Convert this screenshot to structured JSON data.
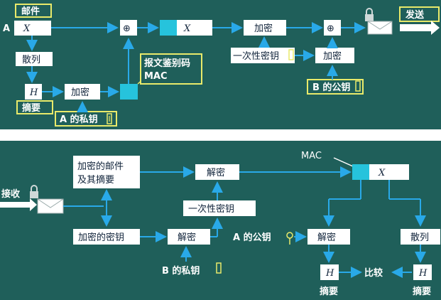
{
  "colors": {
    "panel_bg": "#1f5f5a",
    "arrow": "#29a9e8",
    "box_fill": "#ffffff",
    "highlight_border": "#e9ea6a",
    "mac_block": "#26c3dc",
    "send_arrow": "#ffffff"
  },
  "top": {
    "a_label": "A",
    "mail_label": "邮件",
    "x_box": "X",
    "hash_label": "散列",
    "h_box": "H",
    "digest_label": "摘要",
    "encrypt_1": "加密",
    "a_private_key": "A 的私钥",
    "xor_1": "⊕",
    "mac_caption_line1": "报文鉴别码",
    "mac_caption_line2": "MAC",
    "x_box_2": "X",
    "encrypt_2": "加密",
    "one_time_key": "一次性密钥",
    "xor_2": "⊕",
    "encrypt_3": "加密",
    "b_public_key": "B 的公钥",
    "send_label": "发送",
    "icons": [
      "lock-icon",
      "envelope-icon",
      "key-icon"
    ]
  },
  "bottom": {
    "receive_label": "接收",
    "enc_mail_line1": "加密的邮件",
    "enc_mail_line2": "及其摘要",
    "enc_key": "加密的密钥",
    "decrypt_1": "解密",
    "decrypt_2": "解密",
    "b_private_key": "B 的私钥",
    "one_time_key": "一次性密钥",
    "mac_label": "MAC",
    "x_box": "X",
    "a_public_key": "A 的公钥",
    "decrypt_3": "解密",
    "hash_label": "散列",
    "h_left": "H",
    "h_right": "H",
    "compare_label": "比较",
    "digest_left": "摘要",
    "digest_right": "摘要",
    "icons": [
      "lock-icon",
      "envelope-icon",
      "key-icon"
    ]
  }
}
